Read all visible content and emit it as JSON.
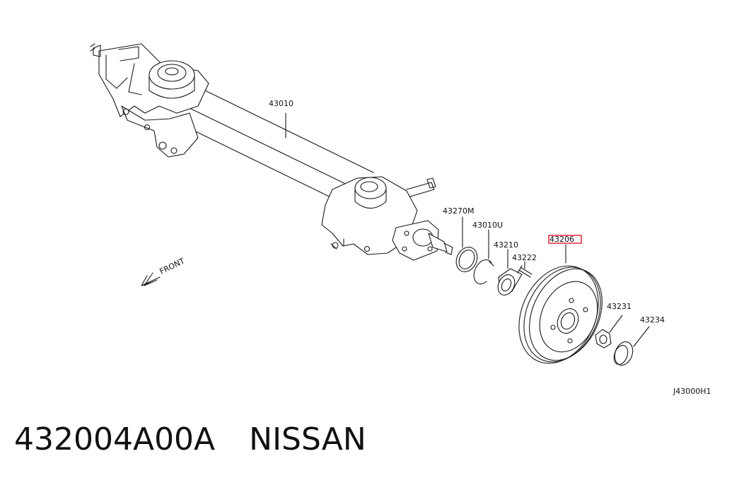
{
  "labels": {
    "axle": "43010",
    "spacer": "43270M",
    "snap_ring": "43010U",
    "bearing": "43210",
    "bolt": "43222",
    "drum": "43206",
    "nut": "43231",
    "cap": "43234",
    "front": "FRONT",
    "drawing_code": "J43000H1"
  },
  "caption": {
    "part_number": "432004A00A",
    "brand": "NISSAN"
  },
  "colors": {
    "highlight": "#e8192c",
    "line": "#1a1a1a"
  }
}
